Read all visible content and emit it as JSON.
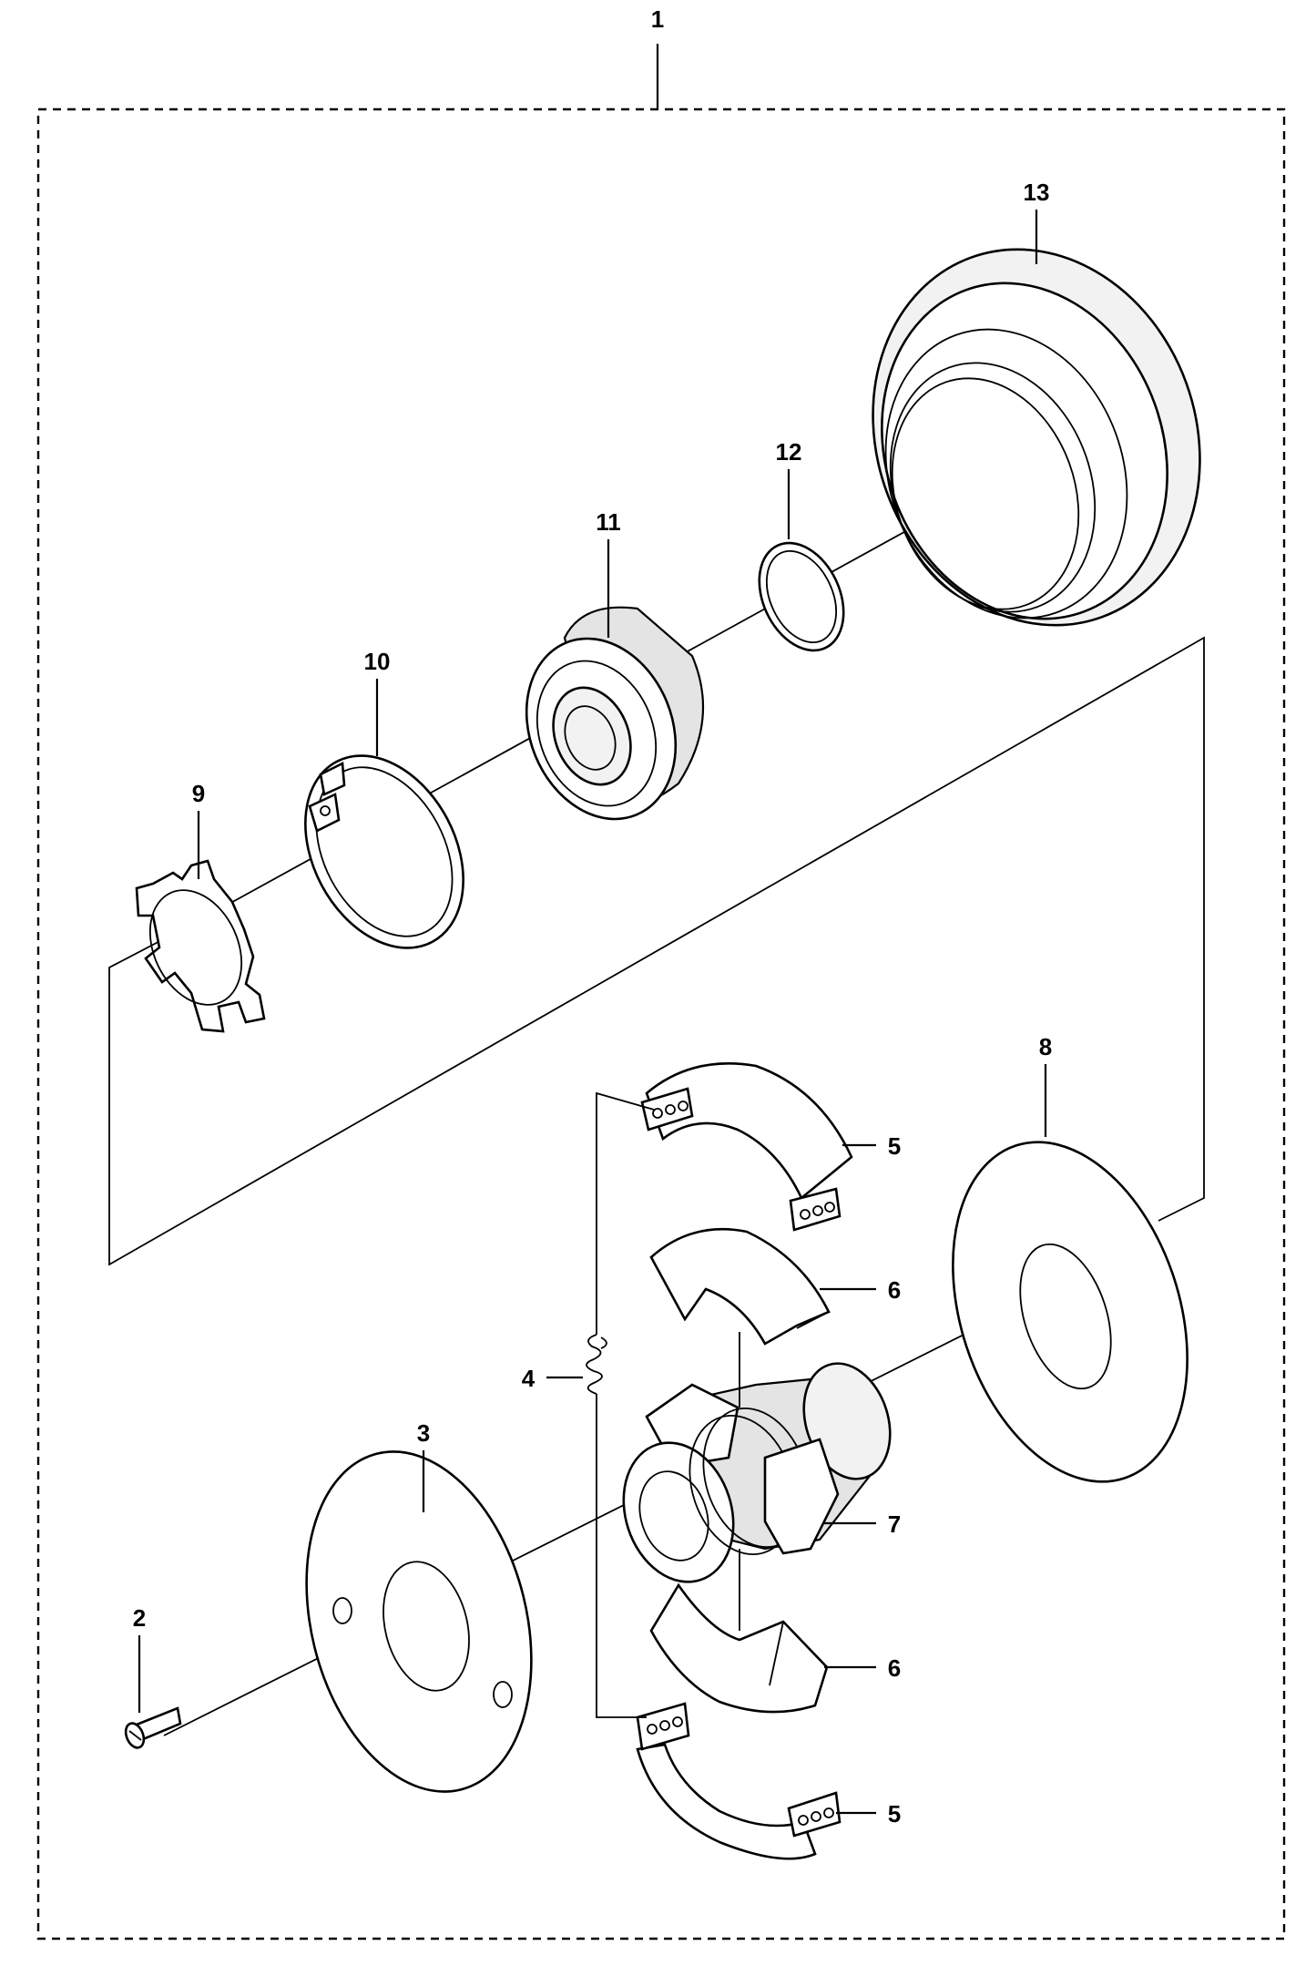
{
  "diagram": {
    "callouts": [
      {
        "id": "c1",
        "label": "1"
      },
      {
        "id": "c2",
        "label": "2"
      },
      {
        "id": "c3",
        "label": "3"
      },
      {
        "id": "c4",
        "label": "4"
      },
      {
        "id": "c5a",
        "label": "5"
      },
      {
        "id": "c5b",
        "label": "5"
      },
      {
        "id": "c6a",
        "label": "6"
      },
      {
        "id": "c6b",
        "label": "6"
      },
      {
        "id": "c7",
        "label": "7"
      },
      {
        "id": "c8",
        "label": "8"
      },
      {
        "id": "c9",
        "label": "9"
      },
      {
        "id": "c10",
        "label": "10"
      },
      {
        "id": "c11",
        "label": "11"
      },
      {
        "id": "c12",
        "label": "12"
      },
      {
        "id": "c13",
        "label": "13"
      }
    ]
  }
}
